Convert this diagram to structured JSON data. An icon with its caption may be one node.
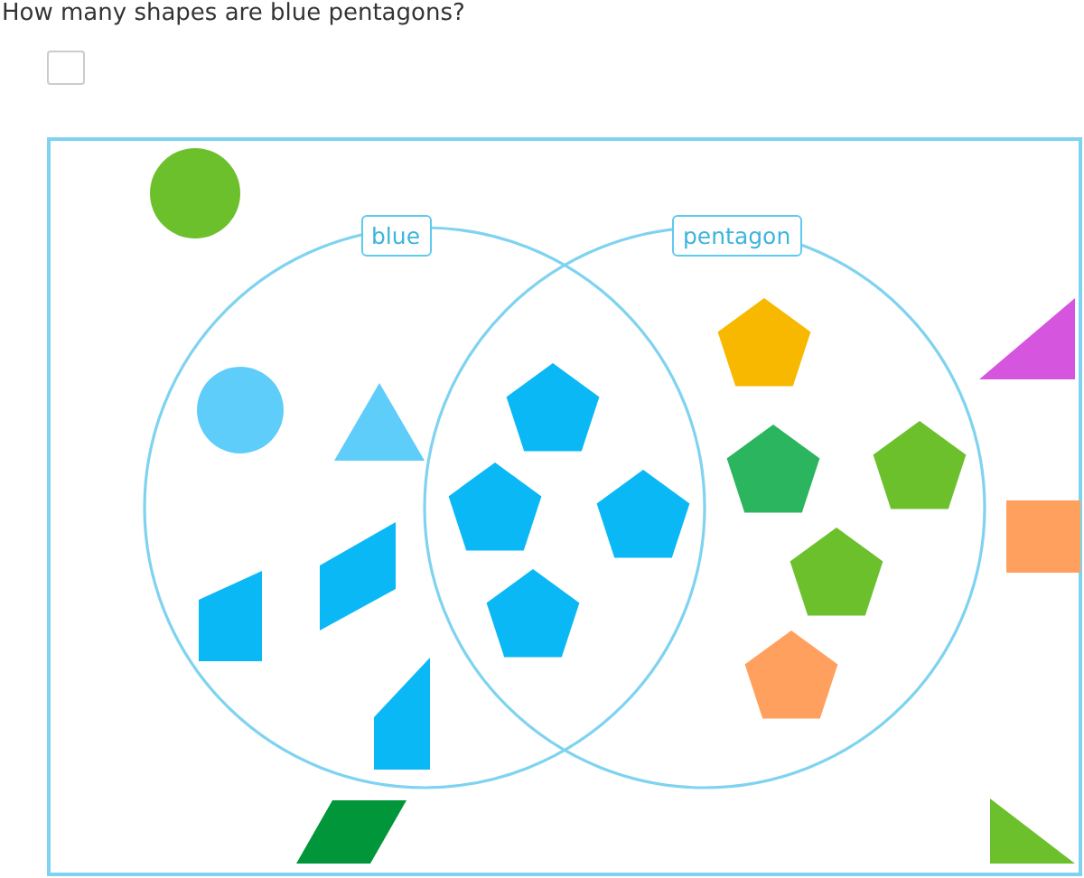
{
  "diagram": {
    "title": "How many shapes are blue pentagons?",
    "nodes": [
      {
        "text": [
          "blue"
        ]
      },
      {
        "text": [
          "pentagon"
        ]
      }
    ]
  }
}
